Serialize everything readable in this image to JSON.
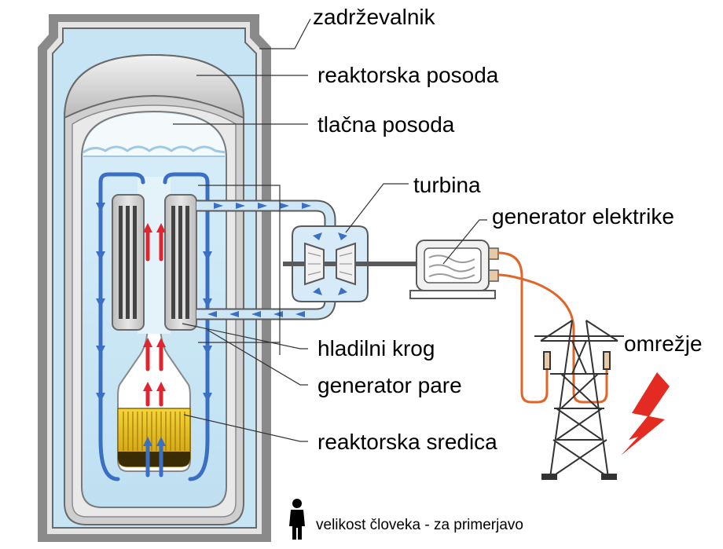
{
  "labels": {
    "containment": "zadrževalnik",
    "reactor_vessel": "reaktorska posoda",
    "pressure_vessel": "tlačna posoda",
    "turbine": "turbina",
    "electric_generator": "generator elektrike",
    "grid": "omrežje",
    "cooling_loop": "hladilni krog",
    "steam_generator": "generator pare",
    "reactor_core": "reaktorska sredica",
    "human_scale": "velikost človeka - za primerjavo"
  },
  "colors": {
    "water": "#c9e6f6",
    "metal": "#d7d7d7",
    "hot_flow": "#e0252f",
    "cold_flow": "#3a6fc4",
    "core": "#e8c21e",
    "power_line": "#e0652a",
    "lightning": "#e32b22"
  }
}
